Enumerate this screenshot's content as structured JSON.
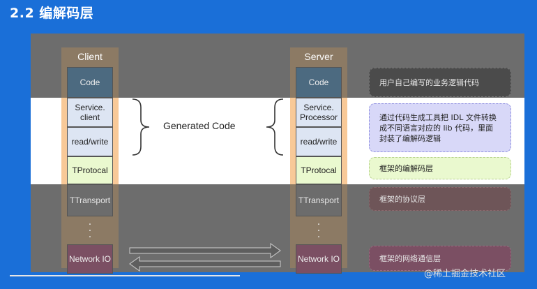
{
  "title": "2.2 编解码层",
  "client": {
    "label": "Client",
    "layers": {
      "code": "Code",
      "service": "Service.\nclient",
      "read_write": "read/write",
      "tprotocol": "TProtocal",
      "ttransport": "TTransport",
      "network": "Network IO"
    },
    "dots": "·\n·\n·"
  },
  "server": {
    "label": "Server",
    "layers": {
      "code": "Code",
      "service": "Service.\nProcessor",
      "read_write": "read/write",
      "tprotocol": "TProtocal",
      "ttransport": "TTransport",
      "network": "Network IO"
    },
    "dots": "·\n·\n·"
  },
  "generated_code": "Generated Code",
  "notes": {
    "user_code": "用户自己编写的业务逻辑代码",
    "generated": "通过代码生成工具把 IDL 文件转换成不同语言对应的 lib 代码，里面封装了编解码逻辑",
    "codec": "框架的编解码层",
    "protocol": "框架的协议层",
    "network": "框架的网络通信层"
  },
  "watermark": "@稀土掘金技术社区",
  "colors": {
    "background": "#1a6fd8",
    "column": "#f8c998",
    "highlight_band": "#ffffff",
    "dim_band": "#6d6d6d"
  },
  "icons": {
    "left_brace": "left-brace-icon",
    "right_brace": "right-brace-icon",
    "arrows": "bidirectional-arrows-icon"
  }
}
